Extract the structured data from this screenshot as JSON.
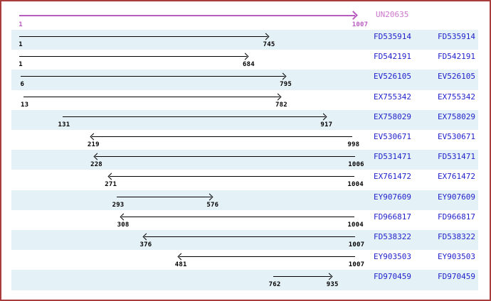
{
  "reference": {
    "name": "UN20635",
    "start": 1,
    "end": 1007
  },
  "alignments": [
    {
      "accession": "FD535914",
      "start": 1,
      "end": 745,
      "direction": "forward"
    },
    {
      "accession": "FD542191",
      "start": 1,
      "end": 684,
      "direction": "forward"
    },
    {
      "accession": "EV526105",
      "start": 6,
      "end": 795,
      "direction": "forward"
    },
    {
      "accession": "EX755342",
      "start": 13,
      "end": 782,
      "direction": "forward"
    },
    {
      "accession": "EX758029",
      "start": 131,
      "end": 917,
      "direction": "forward"
    },
    {
      "accession": "EV530671",
      "start": 219,
      "end": 998,
      "direction": "reverse"
    },
    {
      "accession": "FD531471",
      "start": 228,
      "end": 1006,
      "direction": "reverse"
    },
    {
      "accession": "EX761472",
      "start": 271,
      "end": 1004,
      "direction": "reverse"
    },
    {
      "accession": "EY907609",
      "start": 293,
      "end": 576,
      "direction": "forward"
    },
    {
      "accession": "FD966817",
      "start": 308,
      "end": 1004,
      "direction": "reverse"
    },
    {
      "accession": "FD538322",
      "start": 376,
      "end": 1007,
      "direction": "reverse"
    },
    {
      "accession": "EY903503",
      "start": 481,
      "end": 1007,
      "direction": "reverse"
    },
    {
      "accession": "FD970459",
      "start": 762,
      "end": 935,
      "direction": "forward"
    }
  ],
  "colors": {
    "reference_arrow": "#b85cc0",
    "reference_label": "#cc77cc",
    "reference_numbers": "#bb5bc2",
    "alignment_arrow": "#000000",
    "accession_link": "#2222cc",
    "row_band": "#e4f1f7",
    "frame_border": "#a93c3c"
  },
  "chart_data": {
    "type": "table",
    "title": "UN20635",
    "x_range": [
      1,
      1007
    ],
    "columns": [
      "accession",
      "start",
      "end",
      "direction"
    ],
    "tracks": [
      {
        "accession": "FD535914",
        "start": 1,
        "end": 745,
        "direction": "forward"
      },
      {
        "accession": "FD542191",
        "start": 1,
        "end": 684,
        "direction": "forward"
      },
      {
        "accession": "EV526105",
        "start": 6,
        "end": 795,
        "direction": "forward"
      },
      {
        "accession": "EX755342",
        "start": 13,
        "end": 782,
        "direction": "forward"
      },
      {
        "accession": "EX758029",
        "start": 131,
        "end": 917,
        "direction": "forward"
      },
      {
        "accession": "EV530671",
        "start": 219,
        "end": 998,
        "direction": "reverse"
      },
      {
        "accession": "FD531471",
        "start": 228,
        "end": 1006,
        "direction": "reverse"
      },
      {
        "accession": "EX761472",
        "start": 271,
        "end": 1004,
        "direction": "reverse"
      },
      {
        "accession": "EY907609",
        "start": 293,
        "end": 576,
        "direction": "forward"
      },
      {
        "accession": "FD966817",
        "start": 308,
        "end": 1004,
        "direction": "reverse"
      },
      {
        "accession": "FD538322",
        "start": 376,
        "end": 1007,
        "direction": "reverse"
      },
      {
        "accession": "EY903503",
        "start": 481,
        "end": 1007,
        "direction": "reverse"
      },
      {
        "accession": "FD970459",
        "start": 762,
        "end": 935,
        "direction": "forward"
      }
    ]
  }
}
